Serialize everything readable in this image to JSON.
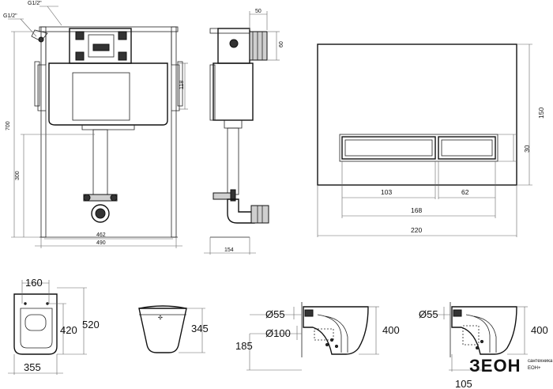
{
  "frame": {
    "dims": {
      "g1_top": "G1/2\"",
      "g1_side": "G1/2\"",
      "h700": "700",
      "h300": "300",
      "h118": "118",
      "w462": "462",
      "w490": "490"
    }
  },
  "side_view": {
    "dims": {
      "w50": "50",
      "h60": "60",
      "w154": "154"
    }
  },
  "flush_plate": {
    "dims": {
      "h150": "150",
      "h30": "30",
      "w103": "103",
      "w62": "62",
      "w168": "168",
      "w220": "220"
    }
  },
  "bowl_top": {
    "dims": {
      "w160": "160",
      "h420": "420",
      "h520": "520",
      "w355": "355"
    }
  },
  "bowl_front": {
    "dims": {
      "h345": "345"
    }
  },
  "bowl_section_1": {
    "dims": {
      "d55": "Ø55",
      "d100": "Ø100",
      "h185": "185",
      "h400": "400"
    }
  },
  "bowl_section_2": {
    "dims": {
      "d55": "Ø55",
      "h400": "400",
      "w105": "105"
    }
  },
  "brand": {
    "name": "ЗЕОН",
    "sub1": "сантехника",
    "sub2": "ЕОН+"
  }
}
